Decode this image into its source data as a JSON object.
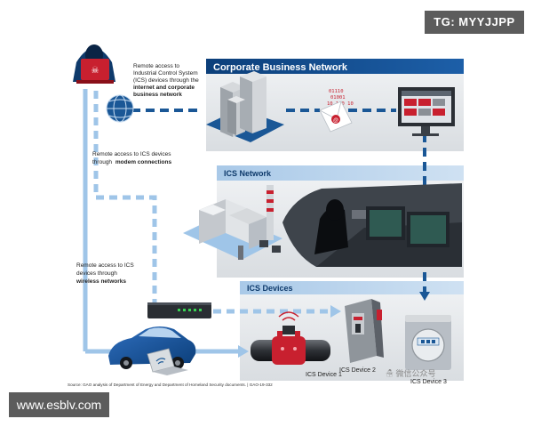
{
  "watermarks": {
    "top": "TG: MYYJJPP",
    "bottom": "www.esblv.com",
    "wechat": "☃ 微信公众号"
  },
  "sections": {
    "corporate": "Corporate Business Network",
    "ics_network": "ICS Network",
    "ics_devices": "ICS Devices"
  },
  "annotations": {
    "internet": {
      "l1": "Remote access to",
      "l2": "Industrial Control System",
      "l3": "(ICS) devices through the",
      "l4": "internet and corporate",
      "l5": "business network"
    },
    "modem": {
      "l1": "Remote access to ICS devices",
      "l2": "through",
      "l2b": "modem connections"
    },
    "wireless": {
      "l1": "Remote access to ICS",
      "l2": "devices through",
      "l3": "wireless networks"
    }
  },
  "devices": {
    "d1": "ICS Device 1",
    "d2": "ICS Device 2",
    "d3": "ICS Device 3"
  },
  "email_bits": [
    "01110",
    "01001",
    "10 1 0 10"
  ],
  "source": "Source: GAO analysis of Department of Energy and Department of Homeland Security documents.  |  GAO-19-332",
  "colors": {
    "dark_blue": "#0e4b8e",
    "light_blue": "#9fc5e8",
    "dashed_blue": "#1a5796",
    "band_blue": "#b9d3ea",
    "grey_panel": "#e4e7ea",
    "red": "#c8202f"
  }
}
